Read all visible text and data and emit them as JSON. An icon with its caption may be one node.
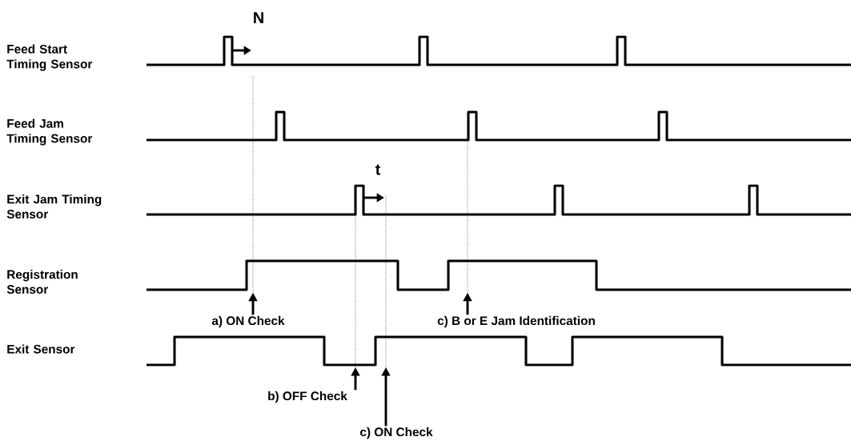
{
  "diagram": {
    "nodes": [
      {
        "text": [
          "a) ON Check"
        ]
      },
      {
        "text": [
          "c) B or E Jam Identification"
        ]
      },
      {
        "text": [
          "b) OFF Check"
        ]
      },
      {
        "text": [
          "c) ON Check"
        ]
      },
      {
        "text": [],
        "shape": "picture"
      },
      {
        "text": [],
        "shape": "picture"
      },
      {
        "text": [],
        "shape": "picture"
      },
      {
        "text": [],
        "shape": "picture"
      },
      {
        "text": [],
        "shape": "picture"
      }
    ],
    "edges": [
      {
        "from": 0,
        "to": 7,
        "arrow": "to"
      },
      {
        "from": 1,
        "to": 7,
        "arrow": "to"
      },
      {
        "from": 2,
        "to": 8,
        "arrow": "to"
      },
      {
        "from": 3,
        "to": 8,
        "arrow": "to"
      }
    ],
    "labels": [
      "N",
      "Feed Start Timing Sensor",
      "Feed Jam Timing Sensor",
      "t",
      "Exit Jam Timing Sensor",
      "Registration Sensor",
      "Exit Sensor"
    ]
  }
}
